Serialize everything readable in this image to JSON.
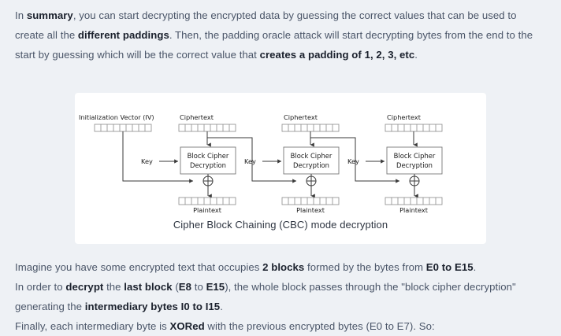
{
  "intro": {
    "html": "In <b>summary</b>, you can start decrypting the encrypted data by guessing the correct values that can be used to create all the <b>different paddings</b>. Then, the padding oracle attack will start decrypting bytes from the end to the start by guessing which will be the correct value that <b>creates a padding of 1, 2, 3, etc</b>."
  },
  "diagram": {
    "caption": "Cipher Block Chaining (CBC) mode decryption",
    "labels": {
      "iv": "Initialization Vector (IV)",
      "ciphertext": "Ciphertext",
      "plaintext": "Plaintext",
      "key": "Key",
      "block_cipher_line1": "Block Cipher",
      "block_cipher_line2": "Decryption",
      "xor": "xor-operator"
    },
    "byte_cells_per_block": 9,
    "blocks": [
      {
        "index": 0,
        "top_label": "Ciphertext",
        "left_label": "Initialization Vector (IV)",
        "key_label": "Key",
        "cipher_label": "Block Cipher Decryption",
        "bottom_label": "Plaintext"
      },
      {
        "index": 1,
        "top_label": "Ciphertext",
        "key_label": "Key",
        "cipher_label": "Block Cipher Decryption",
        "bottom_label": "Plaintext"
      },
      {
        "index": 2,
        "top_label": "Ciphertext",
        "key_label": "Key",
        "cipher_label": "Block Cipher Decryption",
        "bottom_label": "Plaintext"
      }
    ],
    "colors": {
      "card_background": "#ffffff",
      "line": "#3a3a3a",
      "cell_border": "#8a8a8a",
      "text": "#1b1b1b"
    }
  },
  "outro": {
    "line1": "Imagine you have some encrypted text that occupies <b>2 blocks</b> formed by the bytes from <b>E0 to E15</b>.",
    "line2": "In order to <b>decrypt</b> the <b>last block</b> (<b>E8</b> to <b>E15</b>), the whole block passes through the \"block cipher decryption\" generating the <b>intermediary bytes I0 to I15</b>.",
    "line3": "Finally, each intermediary byte is <b>XORed</b> with the previous encrypted bytes (E0 to E7). So:"
  },
  "colors": {
    "page_background": "#eef1f5",
    "body_text": "#4a5568",
    "strong_text": "#1a202c"
  }
}
